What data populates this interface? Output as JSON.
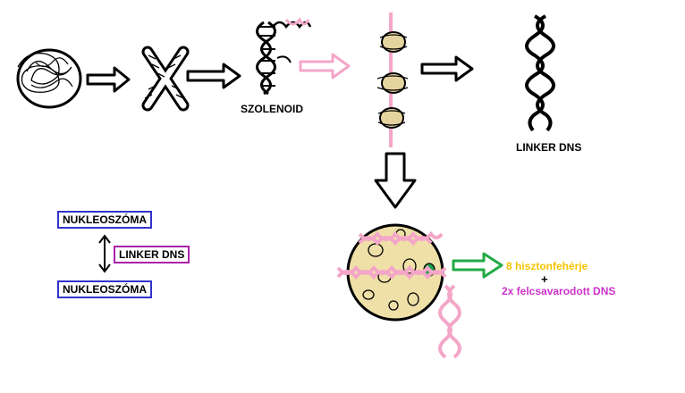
{
  "labels": {
    "szolenoid": "SZOLENOID",
    "linker_top": "LINKER DNS",
    "nukleoszoma_1": "NUKLEOSZÓMA",
    "linker_box": "LINKER DNS",
    "nukleoszoma_2": "NUKLEOSZÓMA",
    "hiszton": "8 hisztonfehérje",
    "plus": "+",
    "dns": "2x felcsavarodott DNS"
  },
  "colors": {
    "black": "#000000",
    "pink": "#f4a6c8",
    "core_fill": "#efe0a8",
    "nuc_fill": "#e6d4a0",
    "box_blue": "#3333cc",
    "box_purple": "#aa22aa",
    "yellow": "#f5c400",
    "magenta": "#cc33cc",
    "green": "#22aa44",
    "dot_green": "#1aa34a"
  }
}
